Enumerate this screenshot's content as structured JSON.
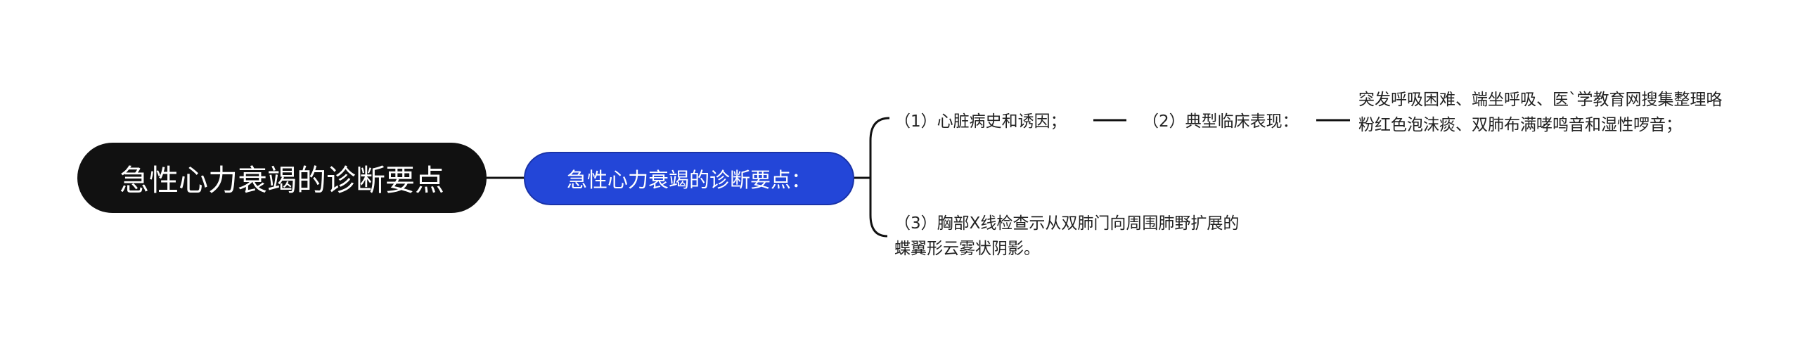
{
  "mindmap": {
    "root": {
      "label": "急性心力衰竭的诊断要点"
    },
    "hub": {
      "label": "急性心力衰竭的诊断要点："
    },
    "branches": [
      {
        "label": "（1）心脏病史和诱因；"
      },
      {
        "label": "（2）典型临床表现："
      },
      {
        "label": "突发呼吸困难、端坐呼吸、医`学教育网搜集整理咯粉红色泡沫痰、双肺布满哮鸣音和湿性啰音；"
      },
      {
        "label": "（3）胸部X线检查示从双肺门向周围肺野扩展的蝶翼形云雾状阴影。"
      }
    ]
  }
}
